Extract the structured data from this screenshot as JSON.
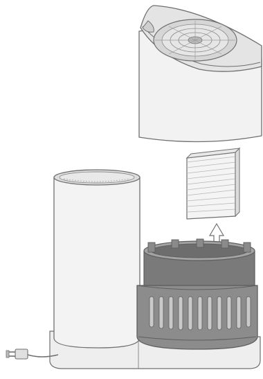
{
  "figure": {
    "kind": "exploded-assembly-illustration",
    "parts": [
      {
        "key": "top_cover",
        "icon": "fan-top-cover-icon"
      },
      {
        "key": "wick_filter",
        "icon": "wick-filter-icon"
      },
      {
        "key": "lift_arrow",
        "icon": "up-arrow-icon"
      },
      {
        "key": "water_tank",
        "icon": "water-tank-icon"
      },
      {
        "key": "filter_base",
        "icon": "filter-basket-icon"
      },
      {
        "key": "base_tray",
        "icon": "base-tray-icon"
      },
      {
        "key": "power_cord",
        "icon": "power-plug-icon"
      }
    ],
    "colors": {
      "outline": "#6f6f6f",
      "light_fill": "#f2f2f2",
      "mid_fill": "#d9d9d9",
      "dark_fill": "#8c8c8c",
      "darker_fill": "#7a7a7a",
      "background": "#ffffff"
    }
  }
}
